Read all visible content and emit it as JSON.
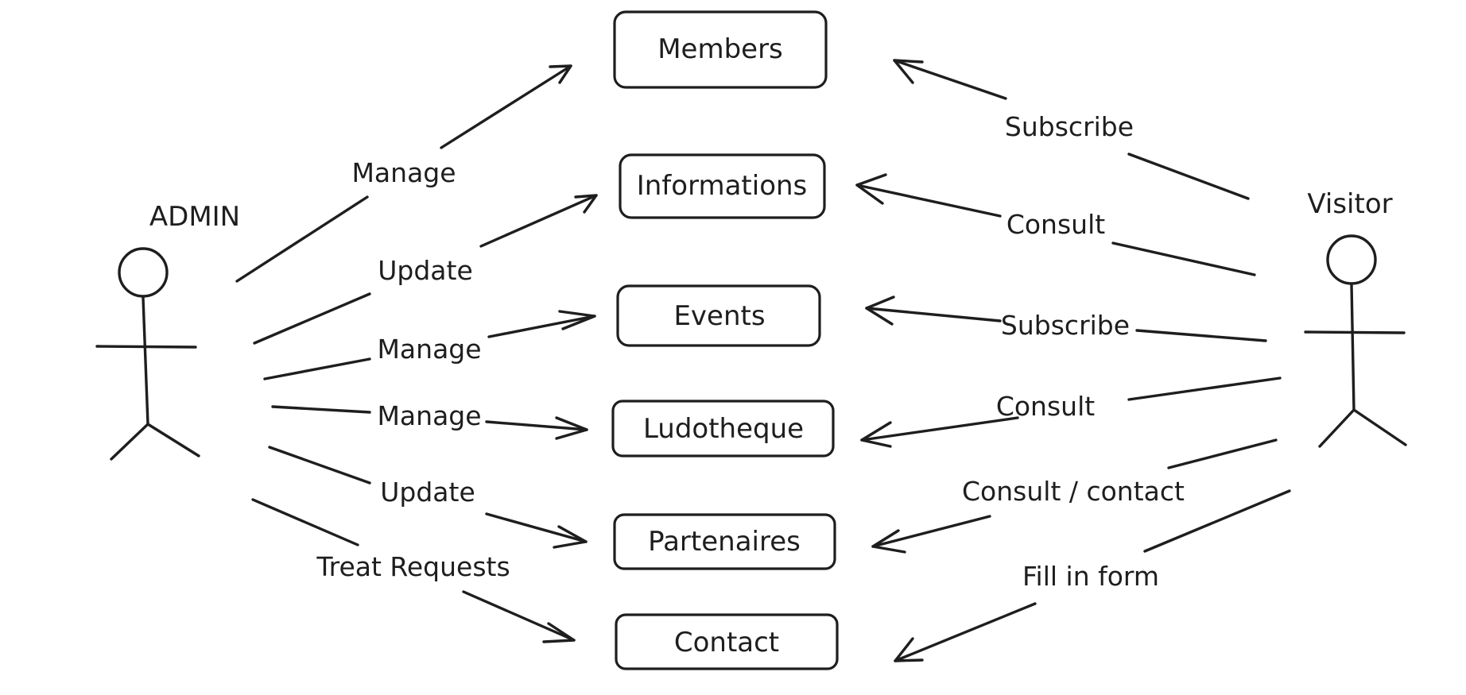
{
  "actors": {
    "admin": "ADMIN",
    "visitor": "Visitor"
  },
  "entities": {
    "members": "Members",
    "informations": "Informations",
    "events": "Events",
    "ludotheque": "Ludotheque",
    "partenaires": "Partenaires",
    "contact": "Contact"
  },
  "admin_edges": {
    "members": "Manage",
    "informations": "Update",
    "events": "Manage",
    "ludotheque": "Manage",
    "partenaires": "Update",
    "contact": "Treat Requests"
  },
  "visitor_edges": {
    "members": "Subscribe",
    "informations": "Consult",
    "events": "Subscribe",
    "ludotheque": "Consult",
    "partenaires": "Consult / contact",
    "contact": "Fill in form"
  },
  "colors": {
    "ink": "#1e1e1e",
    "background": "#ffffff"
  }
}
